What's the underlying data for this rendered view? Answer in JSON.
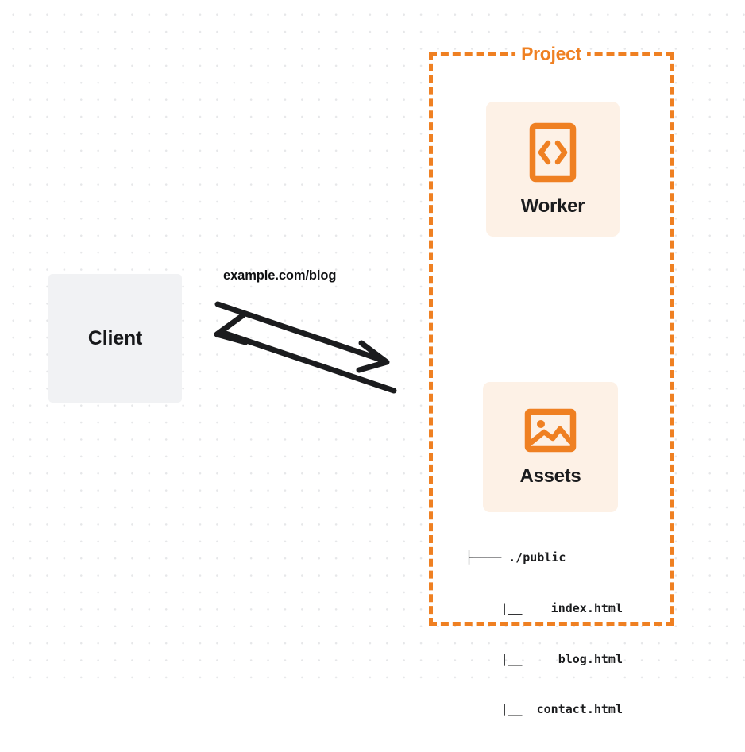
{
  "diagram": {
    "title": "Worker and Assets request routing",
    "background": {
      "color": "#ffffff",
      "dot_color": "#e6e7e9"
    },
    "colors": {
      "accent_orange": "#ef8022",
      "card_tint": "#fdf1e6",
      "client_fill": "#f1f2f4",
      "text_dark": "#17181a"
    }
  },
  "client": {
    "label": "Client"
  },
  "connection": {
    "label": "example.com/blog",
    "request_arrow_name": "arrow-client-to-project",
    "response_arrow_name": "arrow-project-to-client"
  },
  "project": {
    "title": "Project",
    "cards": [
      {
        "id": "worker",
        "label": "Worker",
        "icon": "code-file-icon"
      },
      {
        "id": "assets",
        "label": "Assets",
        "icon": "image-icon"
      }
    ],
    "file_tree": {
      "rows": [
        "├──── ./public",
        "   |__    index.html",
        "   |__     blog.html",
        "   |__  contact.html"
      ]
    }
  }
}
